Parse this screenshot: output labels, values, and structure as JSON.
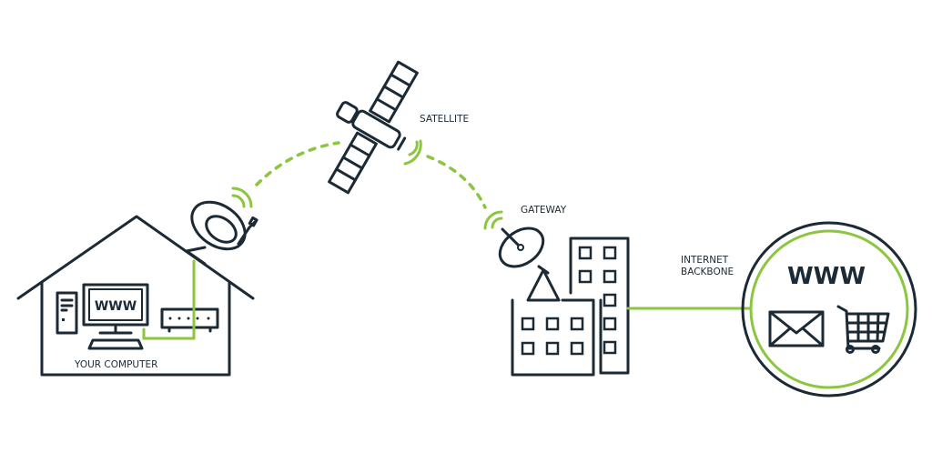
{
  "labels": {
    "satellite": "SATELLITE",
    "gateway": "GATEWAY",
    "your_computer": "YOUR COMPUTER",
    "internet_backbone_line1": "INTERNET",
    "internet_backbone_line2": "BACKBONE",
    "monitor_www": "WWW",
    "internet_www": "WWW"
  },
  "colors": {
    "dark": "#1b2a35",
    "accent": "#8cc63f"
  }
}
